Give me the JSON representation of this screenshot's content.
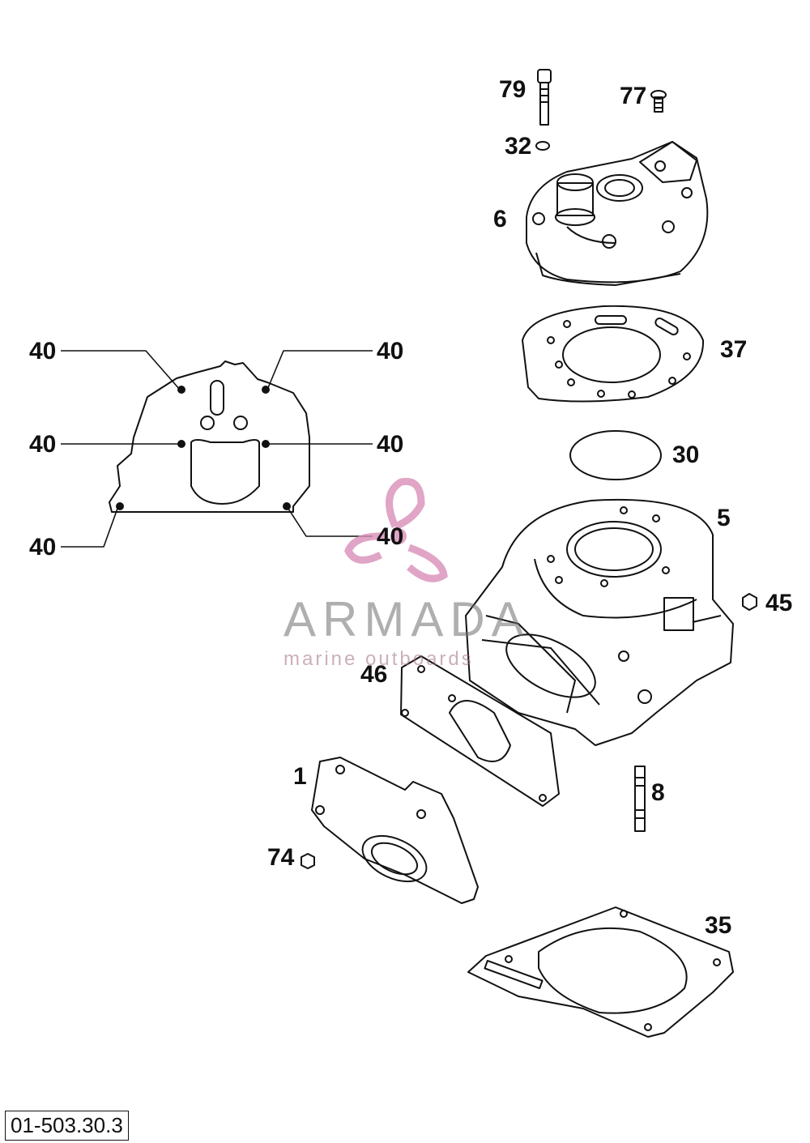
{
  "diagram": {
    "reference_code": "01-503.30.3",
    "callouts": [
      {
        "id": "79",
        "label": "79"
      },
      {
        "id": "77",
        "label": "77"
      },
      {
        "id": "32",
        "label": "32"
      },
      {
        "id": "6",
        "label": "6"
      },
      {
        "id": "37",
        "label": "37"
      },
      {
        "id": "30",
        "label": "30"
      },
      {
        "id": "5",
        "label": "5"
      },
      {
        "id": "45",
        "label": "45"
      },
      {
        "id": "46",
        "label": "46"
      },
      {
        "id": "1",
        "label": "1"
      },
      {
        "id": "8",
        "label": "8"
      },
      {
        "id": "74",
        "label": "74"
      },
      {
        "id": "35",
        "label": "35"
      },
      {
        "id": "40a",
        "label": "40"
      },
      {
        "id": "40b",
        "label": "40"
      },
      {
        "id": "40c",
        "label": "40"
      },
      {
        "id": "40d",
        "label": "40"
      },
      {
        "id": "40e",
        "label": "40"
      },
      {
        "id": "40f",
        "label": "40"
      }
    ]
  },
  "watermark": {
    "brand": "ARMADA",
    "tagline": "marine outboards",
    "logo_color": "#d98fb8"
  }
}
